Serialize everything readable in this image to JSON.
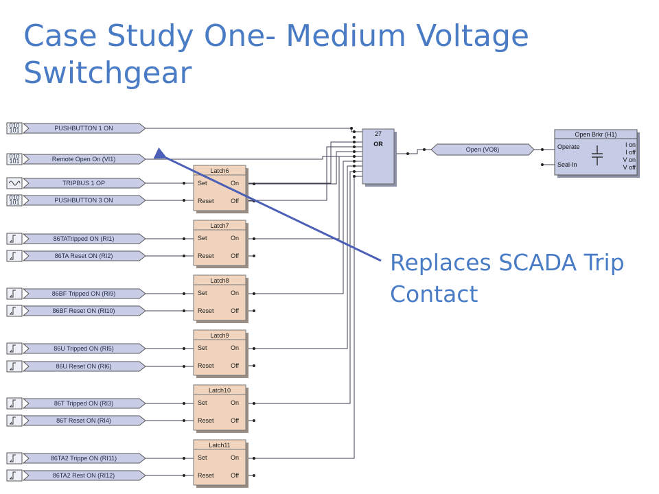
{
  "title": "Case Study One- Medium Voltage Switchgear",
  "callout": "Replaces SCADA Trip Contact",
  "colors": {
    "title": "#4a7cc6",
    "arrow": "#4a5fb5",
    "input_fill": "#c9cde6",
    "latch_fill": "#f0d4bd",
    "or_fill": "#c6cbe6",
    "wire": "#3c3c50"
  },
  "inputs": [
    {
      "icon": "bin-icon",
      "label": "PUSHBUTTON 1 ON"
    },
    {
      "icon": "bin-icon",
      "label": "Remote Open On (VI1)"
    },
    {
      "icon": "wave-icon",
      "label": "TRIPBUS 1 OP"
    },
    {
      "icon": "bin-icon",
      "label": "PUSHBUTTON 3 ON"
    },
    {
      "icon": "step-icon",
      "label": "86TATripped ON (RI1)"
    },
    {
      "icon": "step-icon",
      "label": "86TA Reset ON (RI2)"
    },
    {
      "icon": "step-icon",
      "label": "86BF Tripped ON (RI9)"
    },
    {
      "icon": "step-icon",
      "label": "86BF Reset ON (RI10)"
    },
    {
      "icon": "step-icon",
      "label": "86U Tripped ON (RI5)"
    },
    {
      "icon": "step-icon",
      "label": "86U Reset ON (RI6)"
    },
    {
      "icon": "step-icon",
      "label": "86T Tripped ON (RI3)"
    },
    {
      "icon": "step-icon",
      "label": "86T Reset ON (RI4)"
    },
    {
      "icon": "step-icon",
      "label": "86TA2 Trippe ON (RI11)"
    },
    {
      "icon": "step-icon",
      "label": "86TA2 Rest ON (RI12)"
    }
  ],
  "bin_icon_text": [
    "010",
    "101"
  ],
  "latches": [
    {
      "name": "Latch6",
      "set": "Set",
      "reset": "Reset",
      "on": "On",
      "off": "Off"
    },
    {
      "name": "Latch7",
      "set": "Set",
      "reset": "Reset",
      "on": "On",
      "off": "Off"
    },
    {
      "name": "Latch8",
      "set": "Set",
      "reset": "Reset",
      "on": "On",
      "off": "Off"
    },
    {
      "name": "Latch9",
      "set": "Set",
      "reset": "Reset",
      "on": "On",
      "off": "Off"
    },
    {
      "name": "Latch10",
      "set": "Set",
      "reset": "Reset",
      "on": "On",
      "off": "Off"
    },
    {
      "name": "Latch11",
      "set": "Set",
      "reset": "Reset",
      "on": "On",
      "off": "Off"
    }
  ],
  "or_gate": {
    "number": "27",
    "label": "OR"
  },
  "virtual_output": {
    "label": "Open (VO8)"
  },
  "breaker": {
    "title": "Open Brkr (H1)",
    "inputs": [
      "Operate",
      "Seal-In"
    ],
    "outputs": [
      "I on",
      "I off",
      "V on",
      "V off"
    ]
  }
}
